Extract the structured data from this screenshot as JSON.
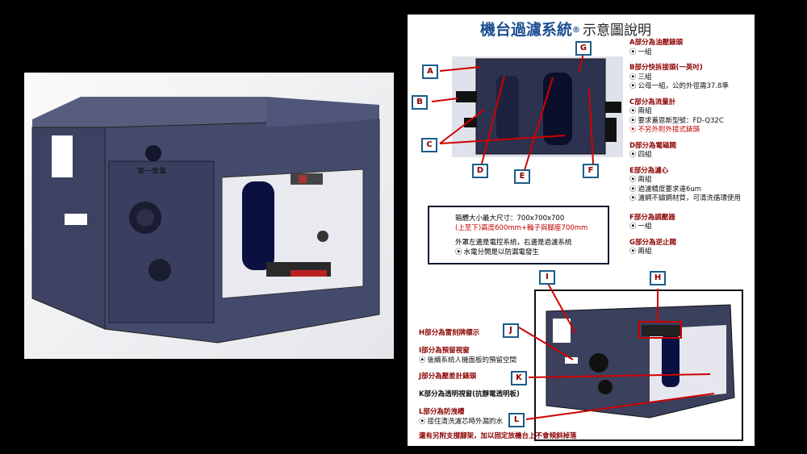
{
  "render": {
    "front_label": "東一實業"
  },
  "title": {
    "main": "機台過濾系統",
    "mark": "®",
    "sub": "示意圖說明"
  },
  "labels": [
    "A",
    "B",
    "C",
    "D",
    "E",
    "F",
    "G",
    "H",
    "I",
    "J",
    "K",
    "L"
  ],
  "parts_right": [
    {
      "head": "A部分為油壓錶頭",
      "items": [
        "一組"
      ]
    },
    {
      "head": "B部分快拆接頭(一英吋)",
      "items": [
        "三組",
        "公母一組，公的外徑需37.8準"
      ]
    },
    {
      "head": "C部分為流量計",
      "items": [
        "兩組",
        "要求蓋恩斯型號：FD-Q32C",
        "不另外附外接式錶頭"
      ]
    },
    {
      "head": "D部分為電磁閥",
      "items": [
        "四組"
      ]
    },
    {
      "head": "E部分為濾心",
      "items": [
        "兩組",
        "過濾精度要求達6um",
        "濾網不鏽鋼材質，可清洗循環使用"
      ]
    },
    {
      "head": "F部分為調壓器",
      "items": [
        "一組"
      ]
    },
    {
      "head": "G部分為逆止閥",
      "items": [
        "兩組"
      ]
    }
  ],
  "info_box": {
    "size": "箱體大小最大尺寸：700x700x700",
    "height": "(上至下)高度600mm+輪子與腳座700mm",
    "layout": "外罩左邊是電控系統，右邊是過濾系統",
    "note": "水電分開是以防漏電發生"
  },
  "parts_left": [
    {
      "head": "H部分為雷刻牌標示",
      "items": []
    },
    {
      "head": "I部分為預留視窗",
      "items": [
        "後續系統人機面板的預留空間"
      ]
    },
    {
      "head": "J部分為壓差計錶頭",
      "items": []
    },
    {
      "head": "K部分為透明視窗(抗靜電透明板)",
      "items": []
    },
    {
      "head": "L部分為防洩槽",
      "items": [
        "接住清洗濾芯時外漏的水"
      ]
    }
  ],
  "footer_note": "還有另附支撐腳架，加以固定放機台上不會傾斜掉落",
  "colors": {
    "title": "#1d4f91",
    "accent_red": "#c00000",
    "label_border": "#1b5c8a",
    "machine": "#3a3f5c"
  }
}
